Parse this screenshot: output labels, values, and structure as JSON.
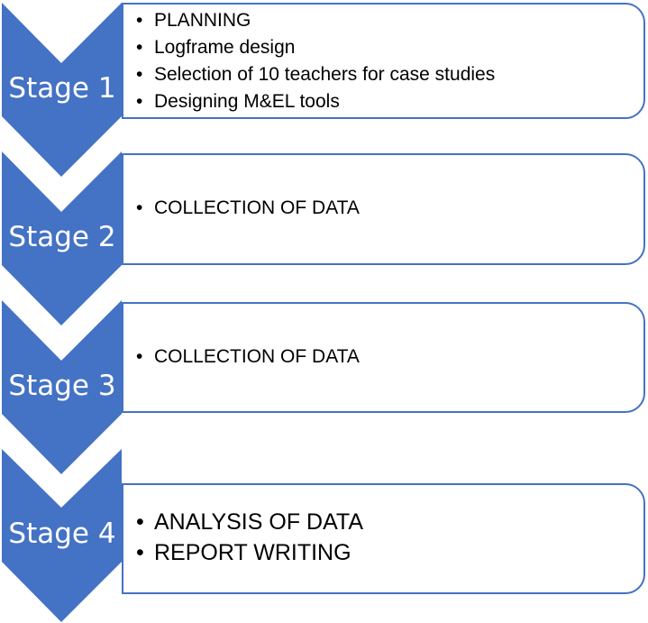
{
  "accent_color": "#4472C4",
  "stages": [
    {
      "label": "Stage 1",
      "items": [
        "PLANNING",
        "Logframe design",
        "Selection of 10 teachers for case studies",
        "Designing M&EL tools"
      ]
    },
    {
      "label": "Stage 2",
      "items": [
        "COLLECTION OF DATA"
      ]
    },
    {
      "label": "Stage 3",
      "items": [
        "COLLECTION OF DATA"
      ]
    },
    {
      "label": "Stage 4",
      "items": [
        "ANALYSIS OF DATA",
        "REPORT WRITING"
      ]
    }
  ]
}
